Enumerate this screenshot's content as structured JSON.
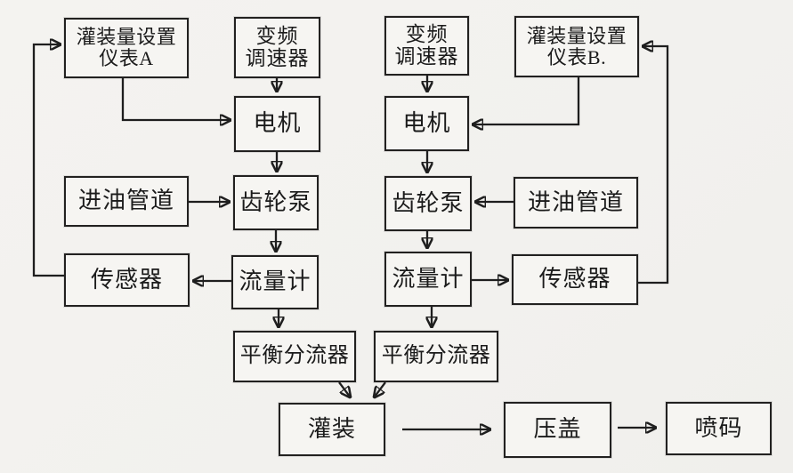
{
  "diagram": {
    "type": "flowchart",
    "language": "zh-CN",
    "colors": {
      "background": "#f3f2ef",
      "box_fill": "#f6f5f2",
      "box_border": "#222120",
      "line": "#1e1e1e",
      "text": "#1b1b1b"
    },
    "nodes": [
      {
        "id": "instrument-a",
        "label": "灌装量设置\n仪表A"
      },
      {
        "id": "vfd-left",
        "label": "变频\n调速器"
      },
      {
        "id": "motor-left",
        "label": "电机"
      },
      {
        "id": "oil-pipe-left",
        "label": "进油管道"
      },
      {
        "id": "gear-pump-left",
        "label": "齿轮泵"
      },
      {
        "id": "sensor-left",
        "label": "传感器"
      },
      {
        "id": "flow-meter-left",
        "label": "流量计"
      },
      {
        "id": "vfd-right",
        "label": "变频\n调速器"
      },
      {
        "id": "instrument-b",
        "label": "灌装量设置\n仪表B."
      },
      {
        "id": "motor-right",
        "label": "电机"
      },
      {
        "id": "gear-pump-right",
        "label": "齿轮泵"
      },
      {
        "id": "oil-pipe-right",
        "label": "进油管道"
      },
      {
        "id": "flow-meter-right",
        "label": "流量计"
      },
      {
        "id": "sensor-right",
        "label": "传感器"
      },
      {
        "id": "splitter-left",
        "label": "平衡分流器"
      },
      {
        "id": "splitter-right",
        "label": "平衡分流器"
      },
      {
        "id": "filling",
        "label": "灌装"
      },
      {
        "id": "capping",
        "label": "压盖"
      },
      {
        "id": "coding",
        "label": "喷码"
      }
    ],
    "edges": [
      {
        "from": "vfd-left",
        "to": "motor-left"
      },
      {
        "from": "instrument-a",
        "to": "motor-left"
      },
      {
        "from": "motor-left",
        "to": "gear-pump-left"
      },
      {
        "from": "oil-pipe-left",
        "to": "gear-pump-left"
      },
      {
        "from": "gear-pump-left",
        "to": "flow-meter-left"
      },
      {
        "from": "flow-meter-left",
        "to": "sensor-left"
      },
      {
        "from": "sensor-left",
        "to": "instrument-a",
        "kind": "feedback"
      },
      {
        "from": "flow-meter-left",
        "to": "splitter-left"
      },
      {
        "from": "vfd-right",
        "to": "motor-right"
      },
      {
        "from": "instrument-b",
        "to": "motor-right"
      },
      {
        "from": "motor-right",
        "to": "gear-pump-right"
      },
      {
        "from": "oil-pipe-right",
        "to": "gear-pump-right"
      },
      {
        "from": "gear-pump-right",
        "to": "flow-meter-right"
      },
      {
        "from": "flow-meter-right",
        "to": "sensor-right"
      },
      {
        "from": "sensor-right",
        "to": "instrument-b",
        "kind": "feedback"
      },
      {
        "from": "flow-meter-right",
        "to": "splitter-right"
      },
      {
        "from": "splitter-left",
        "to": "filling"
      },
      {
        "from": "splitter-right",
        "to": "filling"
      },
      {
        "from": "filling",
        "to": "capping"
      },
      {
        "from": "capping",
        "to": "coding"
      }
    ]
  }
}
